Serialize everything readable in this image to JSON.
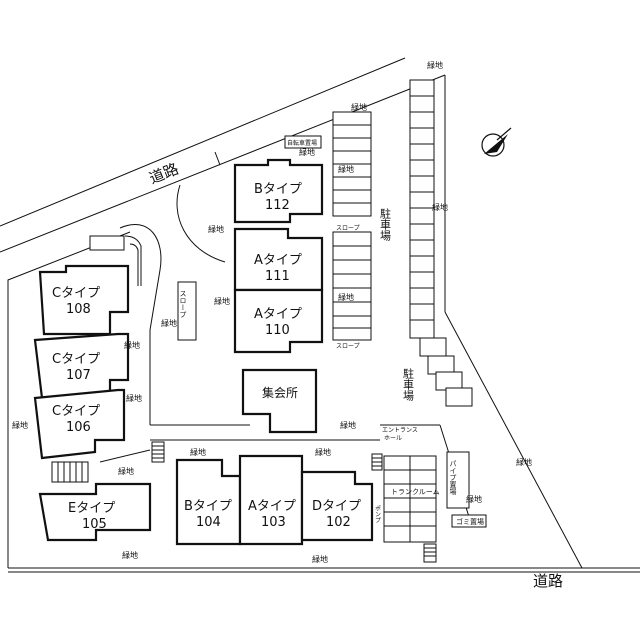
{
  "roads": {
    "top": "道路",
    "bottom": "道路"
  },
  "parking": {
    "main": "駐車場",
    "lower": "駐車場"
  },
  "bicycle_parking": "自転車置場",
  "slope": "スロープ",
  "green": "緑地",
  "entrance_hall": "エントランス\nホール",
  "trunk_room": "トランクルーム",
  "pipe_space": "パイプ置場",
  "garbage": "ゴミ置場",
  "pump": "ポンプ",
  "meeting_hall": "集会所",
  "units": [
    {
      "type": "Bタイプ",
      "number": "112"
    },
    {
      "type": "Aタイプ",
      "number": "111"
    },
    {
      "type": "Aタイプ",
      "number": "110"
    },
    {
      "type": "Cタイプ",
      "number": "108"
    },
    {
      "type": "Cタイプ",
      "number": "107"
    },
    {
      "type": "Cタイプ",
      "number": "106"
    },
    {
      "type": "Eタイプ",
      "number": "105"
    },
    {
      "type": "Bタイプ",
      "number": "104"
    },
    {
      "type": "Aタイプ",
      "number": "103"
    },
    {
      "type": "Dタイプ",
      "number": "102"
    }
  ]
}
